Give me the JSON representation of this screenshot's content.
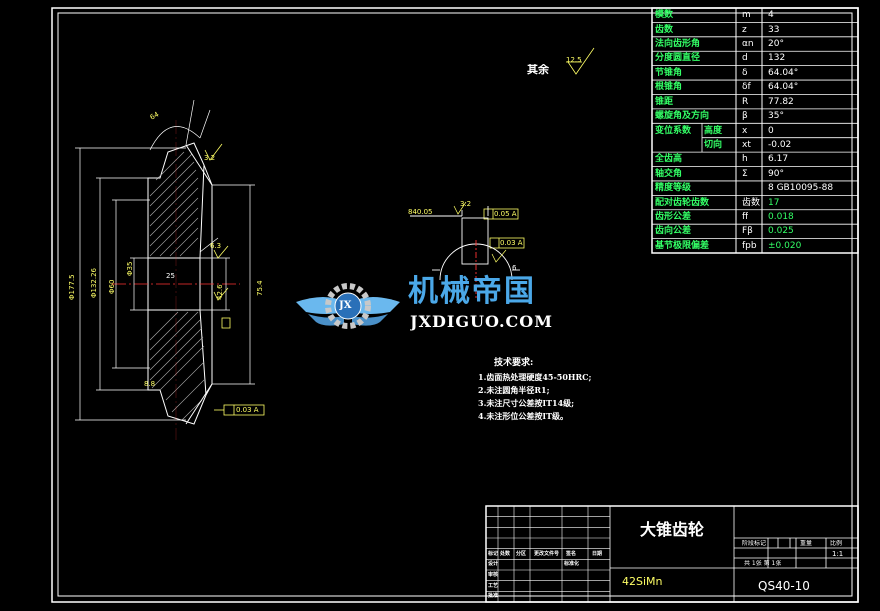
{
  "params": [
    {
      "label": "模数",
      "sym": "m",
      "val": "4"
    },
    {
      "label": "齿数",
      "sym": "z",
      "val": "33"
    },
    {
      "label": "法向齿形角",
      "sym": "αn",
      "val": "20°"
    },
    {
      "label": "分度圆直径",
      "sym": "d",
      "val": "132"
    },
    {
      "label": "节锥角",
      "sym": "δ",
      "val": "64.04°"
    },
    {
      "label": "根锥角",
      "sym": "δf",
      "val": "64.04°"
    },
    {
      "label": "锥距",
      "sym": "R",
      "val": "77.82"
    },
    {
      "label": "螺旋角及方向",
      "sym": "β",
      "val": "35°"
    },
    {
      "label": "变位系数",
      "sub": "高度",
      "sym": "x",
      "val": "0"
    },
    {
      "label": "",
      "sub": "切向",
      "sym": "xt",
      "val": "-0.02"
    },
    {
      "label": "全齿高",
      "sym": "h",
      "val": "6.17"
    },
    {
      "label": "轴交角",
      "sym": "Σ",
      "val": "90°"
    },
    {
      "label": "精度等级",
      "sym": "",
      "val": "8 GB10095-88"
    },
    {
      "label": "配对齿轮齿数",
      "sym": "齿数",
      "val": "17"
    },
    {
      "label": "齿形公差",
      "sym": "ff",
      "val": "0.018"
    },
    {
      "label": "齿向公差",
      "sym": "Fβ",
      "val": "0.025"
    },
    {
      "label": "基节极限偏差",
      "sym": "fpb",
      "val": "±0.020"
    }
  ],
  "drawing": {
    "remaining_label": "其余",
    "roughness_main": "12.5",
    "tech_title": "技术要求:",
    "tech_items": [
      "1.齿面热处理硬度45-50HRC;",
      "2.未注圆角半径R1;",
      "3.未注尺寸公差按IT14级;",
      "4.未注形位公差按IT级。"
    ],
    "dim_a": "Φ177.5",
    "dim_b": "Φ132.26",
    "dim_c": "Φ60",
    "dim_d": "Φ35",
    "dim_e": "25",
    "dim_f": "75.4",
    "dim_g": "6.3",
    "dim_h": "3.2",
    "dim_i": "64",
    "dim_j": "8.8",
    "dim_k": "42.6",
    "tol_1": "0.03 A",
    "tol_2": "0.05 A",
    "key_dim": "840.05",
    "key_r": "3.2",
    "key_s": "6"
  },
  "watermark": {
    "title": "机械帝国",
    "url": "JXDIGUO.COM",
    "badge": "JX"
  },
  "titleblock": {
    "part_name": "大锥齿轮",
    "material": "42SiMn",
    "drawing_no": "QS40-10",
    "scale_label": "比例",
    "scale": "1:1",
    "stage_label": "阶段标记",
    "weight_label": "重量",
    "sheet_info": "共 1张   第 1张",
    "row_labels": [
      "标记",
      "处数",
      "分区",
      "更改文件号",
      "签名",
      "日期"
    ],
    "left_labels": [
      "设计",
      "审核",
      "工艺",
      "批准"
    ],
    "std_label": "标准化"
  }
}
